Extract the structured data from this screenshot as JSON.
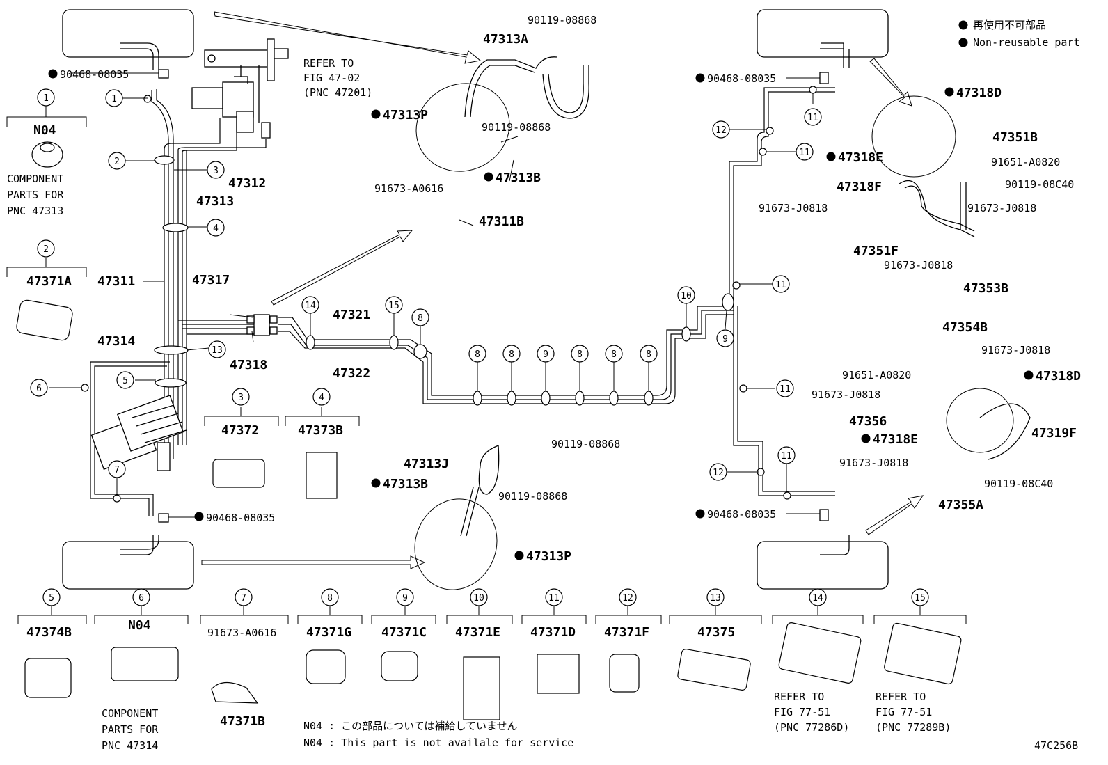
{
  "legend": {
    "jp": "再使用不可部品",
    "en": "Non-reusable part"
  },
  "refs": {
    "fig4702": [
      "REFER TO",
      "FIG 47-02",
      "(PNC 47201)"
    ],
    "fig7751d": [
      "REFER TO",
      "FIG 77-51",
      "(PNC 77286D)"
    ],
    "fig7751b": [
      "REFER TO",
      "FIG 77-51",
      "(PNC 77289B)"
    ]
  },
  "labels": {
    "p90468_1": "90468-08035",
    "p90468_2": "90468-08035",
    "p90468_3": "90468-08035",
    "p90468_4": "90468-08035",
    "p47313A": "47313A",
    "p90119_a": "90119-08868",
    "p90119_b": "90119-08868",
    "p90119_c": "90119-08868",
    "p90119_d": "90119-08868",
    "p47313P_1": "47313P",
    "p47313P_2": "47313P",
    "p47313B_1": "47313B",
    "p47313B_2": "47313B",
    "p47312": "47312",
    "p47313": "47313",
    "p47311": "47311",
    "p47317": "47317",
    "p47314": "47314",
    "p47318": "47318",
    "p47321": "47321",
    "p47322": "47322",
    "p91673A_1": "91673-A0616",
    "p47311B": "47311B",
    "p47313J": "47313J",
    "p47318D_1": "47318D",
    "p47318D_2": "47318D",
    "p47351B": "47351B",
    "p47318E_1": "47318E",
    "p47318E_2": "47318E",
    "p91651_1": "91651-A0820",
    "p91651_2": "91651-A0820",
    "p47318F": "47318F",
    "p90119C_1": "90119-08C40",
    "p90119C_2": "90119-08C40",
    "p91673J_1": "91673-J0818",
    "p91673J_2": "91673-J0818",
    "p91673J_3": "91673-J0818",
    "p91673J_4": "91673-J0818",
    "p91673J_5": "91673-J0818",
    "p91673J_6": "91673-J0818",
    "p47351F": "47351F",
    "p47353B": "47353B",
    "p47354B": "47354B",
    "p47356": "47356",
    "p47319F": "47319F",
    "p47355A": "47355A",
    "c1": "N04",
    "c1desc": [
      "COMPONENT",
      "PARTS FOR",
      "PNC 47313"
    ],
    "c2": "47371A",
    "c3": "47372",
    "c4": "47373B",
    "c5": "47374B",
    "c6": "N04",
    "c6desc": [
      "COMPONENT",
      "PARTS FOR",
      "PNC 47314"
    ],
    "c7a": "91673-A0616",
    "c7b": "47371B",
    "c8": "47371G",
    "c9": "47371C",
    "c10": "47371E",
    "c11": "47371D",
    "c12": "47371F",
    "c13": "47375"
  },
  "notes": {
    "jp": "N04 : この部品については補給していません",
    "en": "N04 : This part is not availale for service"
  },
  "code": "47C256B"
}
